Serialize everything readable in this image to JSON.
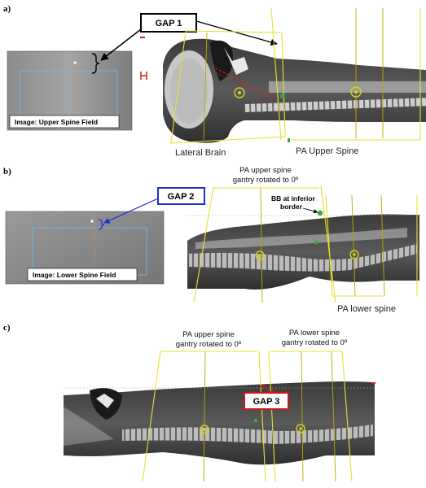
{
  "panels": {
    "a": {
      "label": "a)",
      "gap_label": "GAP 1",
      "image_caption": "Image: Upper Spine Field",
      "field_labels": [
        "Lateral Brain",
        "PA Upper Spine"
      ]
    },
    "b": {
      "label": "b)",
      "gap_label": "GAP 2",
      "image_caption": "Image: Lower Spine Field",
      "top_label_line1": "PA upper spine",
      "top_label_line2": "gantry rotated to 0º",
      "bb_line1": "BB at inferior",
      "bb_line2": "border",
      "bottom_label": "PA lower spine"
    },
    "c": {
      "label": "c)",
      "gap_label": "GAP 3",
      "left_line1": "PA upper spine",
      "left_line2": "gantry rotated to 0º",
      "right_line1": "PA lower spine",
      "right_line2": "gantry rotated to 0º"
    }
  },
  "colors": {
    "beam": "#e8e030",
    "gap1_border": "#000000",
    "gap2_border": "#1a2fd0",
    "gap3_border": "#d01818",
    "image_overlay": "#6fb8e8",
    "midline": "#e09050"
  }
}
